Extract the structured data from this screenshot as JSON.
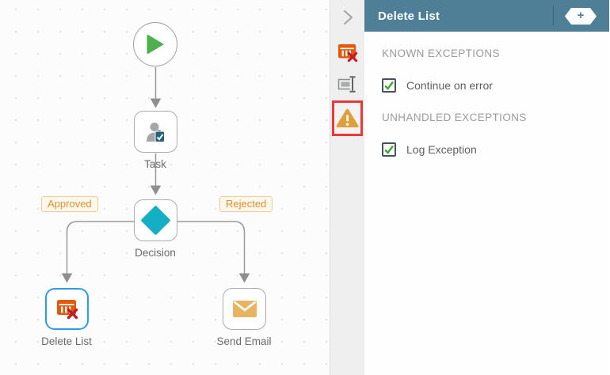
{
  "canvas": {
    "nodes": [
      {
        "id": "start",
        "icon": "play-icon",
        "label": ""
      },
      {
        "id": "task",
        "icon": "user-task-icon",
        "label": "Task"
      },
      {
        "id": "decision",
        "icon": "decision-diamond-icon",
        "label": "Decision"
      },
      {
        "id": "delete-list",
        "icon": "delete-list-icon",
        "label": "Delete List",
        "selected": true
      },
      {
        "id": "send-email",
        "icon": "send-email-icon",
        "label": "Send Email"
      }
    ],
    "branches": [
      {
        "label": "Approved"
      },
      {
        "label": "Rejected"
      }
    ]
  },
  "panel": {
    "header": {
      "title": "Delete List",
      "add_button_label": "+"
    },
    "sidebar": {
      "icons": [
        "collapse-chevron-icon",
        "delete-list-icon",
        "rename-icon",
        "exception-warning-icon"
      ],
      "active_icon": "exception-warning-icon"
    },
    "sections": [
      {
        "heading": "KNOWN EXCEPTIONS",
        "checkbox": {
          "label": "Continue on error",
          "checked": true
        }
      },
      {
        "heading": "UNHANDLED EXCEPTIONS",
        "checkbox": {
          "label": "Log Exception",
          "checked": true
        }
      }
    ]
  },
  "colors": {
    "header_teal": "#4E7F96",
    "selection_blue": "#2E9BE6",
    "delete_orange": "#E2590B",
    "warning_orange": "#DF9F3F",
    "start_green": "#4CB04F",
    "decision_teal": "#14AFC4",
    "email_tan": "#E9B462",
    "highlight_red": "#E8393D",
    "check_green": "#3BAA35",
    "branch_orange": "#DE8F2D"
  }
}
